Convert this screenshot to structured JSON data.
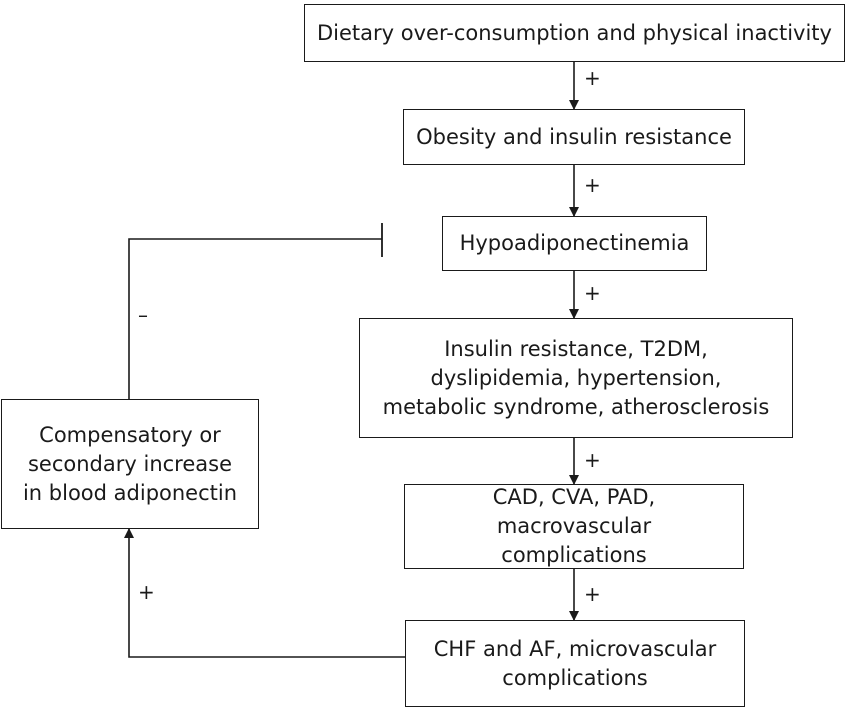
{
  "nodes": {
    "dietary": "Dietary over-consumption and physical inactivity",
    "obesity": "Obesity and insulin resistance",
    "hypoadiponectinemia": "Hypoadiponectinemia",
    "insulin": "Insulin resistance, T2DM, dyslipidemia, hypertension, metabolic syndrome, atherosclerosis",
    "cad": "CAD, CVA, PAD, macrovascular complications",
    "chf": "CHF and AF, microvascular complications",
    "compensatory": "Compensatory or secondary increase in blood adiponectin"
  },
  "edges": [
    {
      "from": "dietary",
      "to": "obesity",
      "sign": "+"
    },
    {
      "from": "obesity",
      "to": "hypoadiponectinemia",
      "sign": "+"
    },
    {
      "from": "hypoadiponectinemia",
      "to": "insulin",
      "sign": "+"
    },
    {
      "from": "insulin",
      "to": "cad",
      "sign": "+"
    },
    {
      "from": "cad",
      "to": "chf",
      "sign": "+"
    },
    {
      "from": "chf",
      "to": "compensatory",
      "sign": "+"
    },
    {
      "from": "compensatory",
      "to": "hypoadiponectinemia",
      "sign": "–",
      "type": "inhibition"
    }
  ]
}
